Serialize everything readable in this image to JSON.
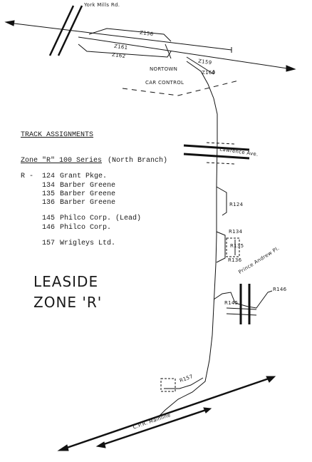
{
  "streets": {
    "york_mills": "York Mills Rd.",
    "lawrence": "Lawrence Ave.",
    "prince_andrew": "Prince Andrew Pl.",
    "cpr_mainline": "C.P.R. Mainline"
  },
  "tracks": {
    "z156": "Z156",
    "z161": "Z161",
    "z162": "Z162",
    "z159": "Z159",
    "z160": "Z160"
  },
  "yard": {
    "line1": "NORTOWN",
    "line2": "CAR CONTROL"
  },
  "sidings": {
    "r124": "R124",
    "r134": "R134",
    "r135": "R135",
    "r136": "R136",
    "r145": "R145",
    "r146": "R146",
    "r157": "R157"
  },
  "legend": {
    "heading": "TRACK ASSIGNMENTS",
    "zone_heading": "Zone \"R\" 100 Series",
    "zone_note": "(North Branch)",
    "prefix": "R -",
    "entries": [
      {
        "num": "124",
        "name": "Grant Pkge."
      },
      {
        "num": "134",
        "name": "Barber Greene"
      },
      {
        "num": "135",
        "name": "Barber Greene"
      },
      {
        "num": "136",
        "name": "Barber Greene"
      },
      {
        "num": "145",
        "name": "Philco Corp. (Lead)"
      },
      {
        "num": "146",
        "name": "Philco Corp."
      },
      {
        "num": "157",
        "name": "Wrigleys Ltd."
      }
    ]
  },
  "zone_title": {
    "line1": "LEASIDE",
    "line2": "ZONE 'R'"
  }
}
